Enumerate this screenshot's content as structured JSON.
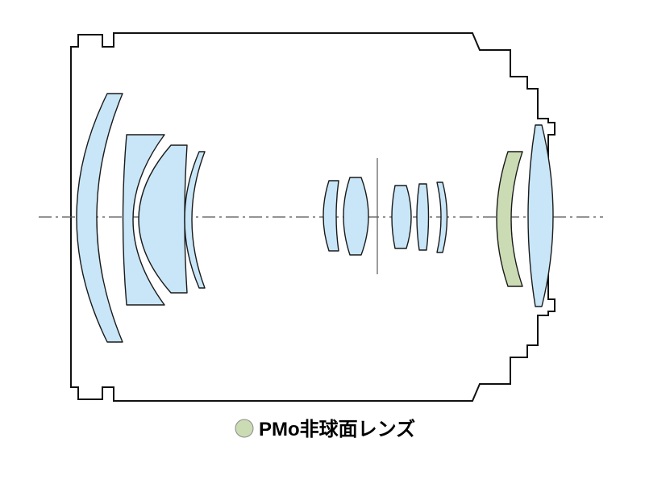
{
  "page": {
    "background": "#ffffff"
  },
  "diagram": {
    "kind": "camera-lens-optical-cross-section",
    "colors": {
      "element_blue": "#c8e6f7",
      "element_green": "#cbdcb4",
      "outline": "#1a1a1a",
      "barrel": "#111111",
      "axis": "#555555",
      "aperture_stop": "#666666"
    },
    "groups": [
      {
        "name": "front-group",
        "elements": [
          "element-1-large-meniscus",
          "element-2",
          "element-3",
          "element-4-thin-meniscus"
        ]
      },
      {
        "name": "middle-group",
        "elements": [
          "element-5",
          "element-6",
          "element-7",
          "element-8",
          "element-9-thin-meniscus"
        ]
      },
      {
        "name": "rear-group",
        "elements": [
          "element-10-pmo-aspherical",
          "element-11"
        ]
      }
    ],
    "element_count": 11,
    "has_aperture_stop_line": true,
    "has_optical_axis_line": true,
    "legend": {
      "marker_color": "#cbdcb4",
      "label": "PMo非球面レンズ"
    }
  }
}
